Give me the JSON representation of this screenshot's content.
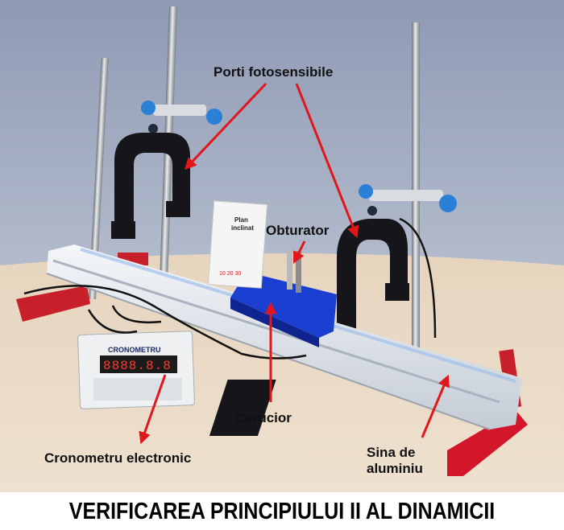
{
  "labels": {
    "porti": "Porti fotosensibile",
    "obturator": "Obturator",
    "carucior": "Carucior",
    "cronometru": "Cronometru electronic",
    "sina_line1": "Sina de",
    "sina_line2": "aluminiu"
  },
  "device": {
    "brand_line": "CRONOMETRU",
    "display": "8888.8.8"
  },
  "card": {
    "title_line1": "Plan",
    "title_line2": "inclinat",
    "scale": "10 20 30"
  },
  "caption": "VERIFICAREA PRINCIPIULUI II AL DINAMICII",
  "colors": {
    "arrow": "#e0171b",
    "rail": "#dfe3e8",
    "cart": "#1a3fd1",
    "stand": "#d3162a",
    "gate": "#15151a",
    "knob": "#2a7fd6"
  }
}
